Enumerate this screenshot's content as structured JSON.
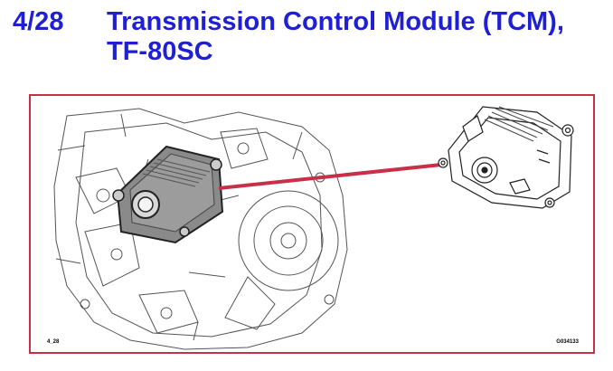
{
  "slide": {
    "number": "4/28",
    "title_line1": "Transmission Control Module (TCM),",
    "title_line2": "TF-80SC"
  },
  "figure": {
    "ref_left": "4_28",
    "ref_right": "G034133"
  },
  "colors": {
    "title": "#1f1fd4",
    "frame": "#c8304a",
    "leader_line": "#c8304a",
    "module_fill": "#8a8a8a"
  }
}
